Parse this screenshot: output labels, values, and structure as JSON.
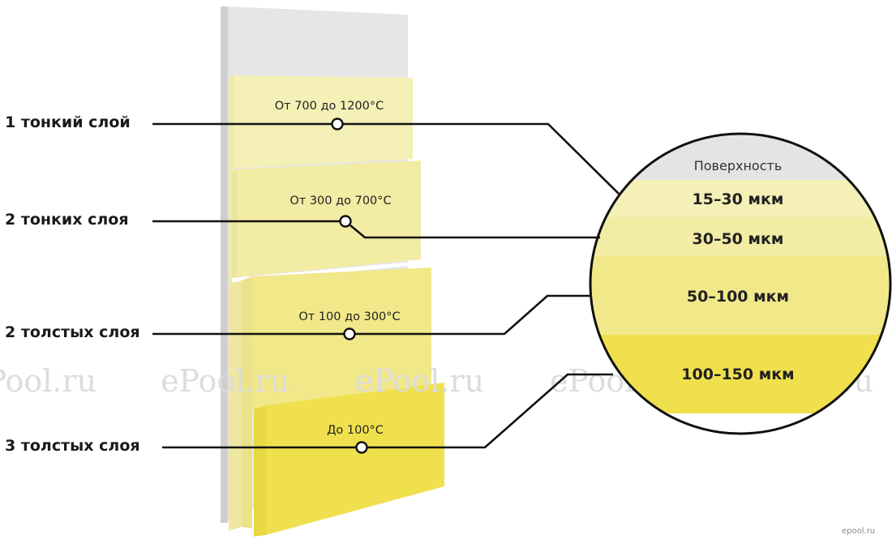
{
  "colors": {
    "wall": "#e6e6e6",
    "wall_edge": "#cfcfcf",
    "layer_1": "#f4f0b6",
    "layer_2": "#f2eca4",
    "layer_3": "#f1e88a",
    "layer_4": "#f1e04e",
    "surface": "#e4e4e4",
    "ring": "#111111",
    "leader": "#111111"
  },
  "layers": [
    {
      "count_label": "1 тонкий слой",
      "temp": "От 700 до 1200°С"
    },
    {
      "count_label": "2 тонких слоя",
      "temp": "От 300 до 700°С"
    },
    {
      "count_label": "2 толстых слоя",
      "temp": "От 100 до 300°С"
    },
    {
      "count_label": "3 толстых слоя",
      "temp": "До 100°С"
    }
  ],
  "circle": {
    "surface_label": "Поверхность",
    "bands": [
      "15–30 мкм",
      "30–50 мкм",
      "50–100 мкм",
      "100–150 мкм"
    ]
  },
  "watermark": {
    "text": "ePool.ru",
    "small": "epool.ru"
  }
}
